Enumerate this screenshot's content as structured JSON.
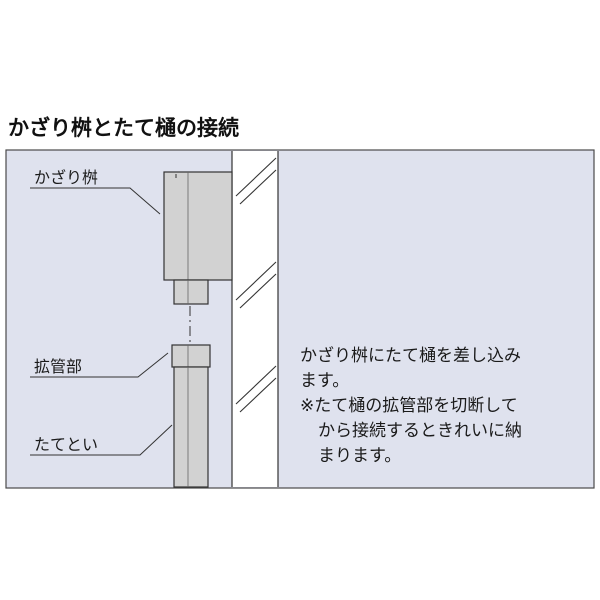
{
  "title": "かざり桝とたて樋の接続",
  "labels": {
    "kazarimasu": "かざり桝",
    "kakanbu": "拡管部",
    "tatetoi": "たてとい"
  },
  "note_lines": [
    "かざり桝にたて樋を差し込み",
    "ます。",
    "※たて樋の拡管部を切断して",
    "から接続するときれいに納",
    "まります。"
  ],
  "colors": {
    "panel_bg": "#dfe2ee",
    "panel_border": "#4a4a4a",
    "part_fill": "#d2d2d2",
    "wall_fill": "#ffffff"
  }
}
